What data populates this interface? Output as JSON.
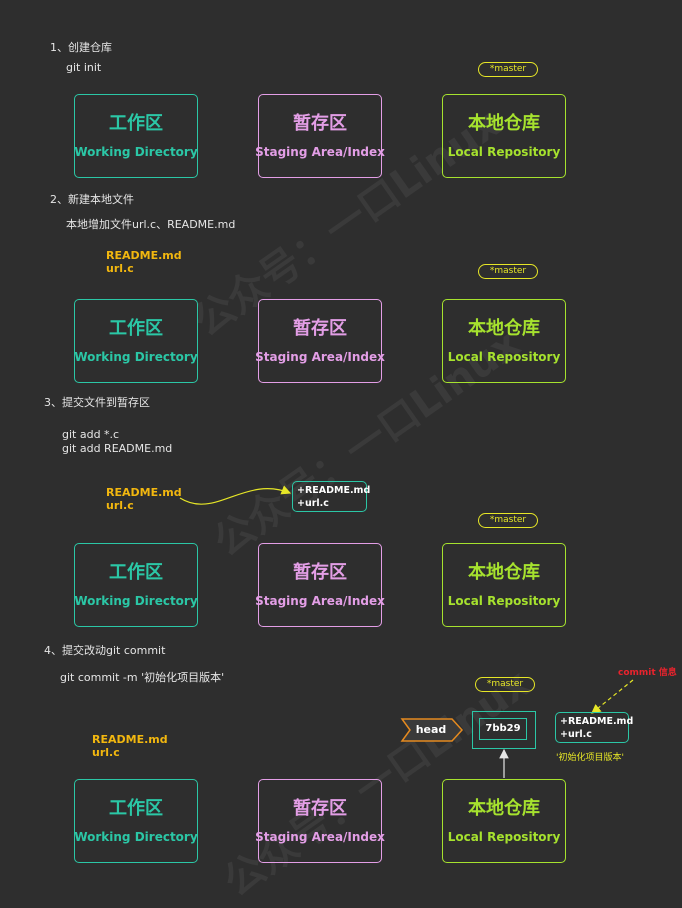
{
  "watermark": "公众号：一口Linux",
  "boxes": {
    "working": {
      "title": "工作区",
      "sub": "Working Directory"
    },
    "staging": {
      "title": "暂存区",
      "sub": "Staging Area/Index"
    },
    "local": {
      "title": "本地仓库",
      "sub": "Local Repository"
    }
  },
  "master_tag": "*master",
  "steps": [
    {
      "heading": "1、创建仓库",
      "cmd": "git init"
    },
    {
      "heading": "2、新建本地文件",
      "cmd": "本地增加文件url.c、README.md"
    },
    {
      "heading": "3、提交文件到暂存区",
      "cmd": "git add *.c",
      "cmd2": "git add README.md"
    },
    {
      "heading": "4、提交改动git commit",
      "cmd": "git commit -m '初始化项目版本'"
    }
  ],
  "files": [
    "README.md",
    "url.c"
  ],
  "staged_files": [
    "+README.md",
    "+url.c"
  ],
  "head_label": "head",
  "commit_hash": "7bb29",
  "commit_files": [
    "+README.md",
    "+url.c"
  ],
  "commit_msg": "'初始化项目版本'",
  "commit_info_label": "commit 信息"
}
